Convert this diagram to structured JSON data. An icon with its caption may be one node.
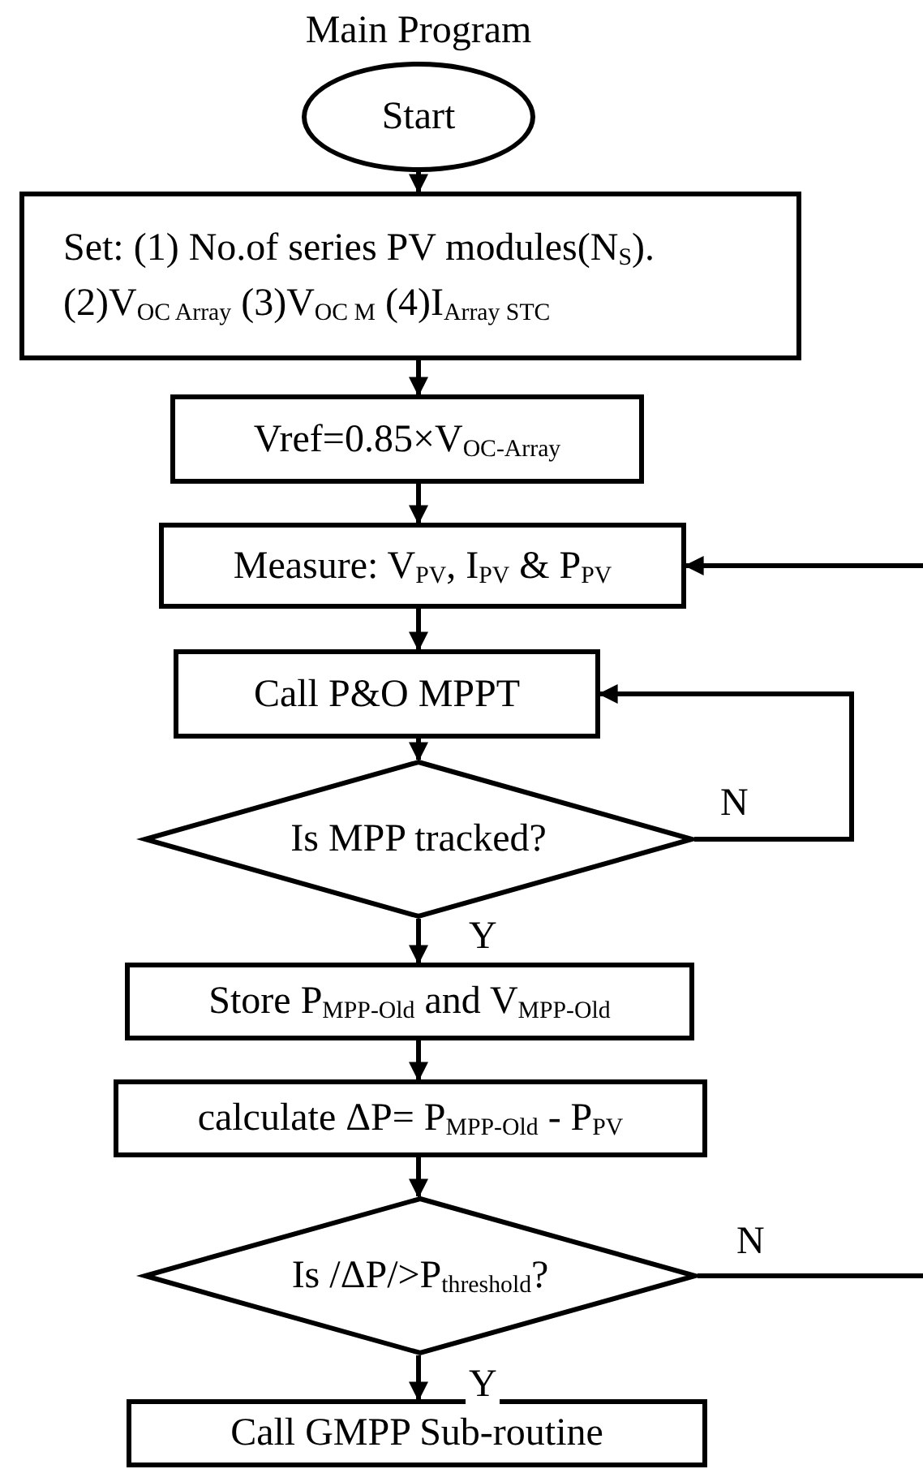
{
  "diagram": {
    "title": "Main Program",
    "nodes": [
      {
        "text": [
          "Start"
        ]
      },
      {
        "text": [
          "Set: (1) No.of series PV modules(N$_{S}$).",
          "(2)V$_{OC  Array}$   (3)V$_{OC M}$ (4)I$_{Array STC}$"
        ]
      },
      {
        "text": [
          "Vref=0.85×V$_{OC-Array}$"
        ]
      },
      {
        "text": [
          "Measure: V$_{PV}$, I$_{PV}$ & P$_{PV}$"
        ]
      },
      {
        "text": [
          "Call P&O MPPT"
        ]
      },
      {
        "text": [
          "Is MPP tracked?"
        ]
      },
      {
        "text": [
          "Store P$_{MPP-Old}$ and V$_{MPP-Old}$"
        ]
      },
      {
        "text": [
          "calculate ΔP= P$_{MPP-Old}$ - P$_{PV}$"
        ]
      },
      {
        "text": [
          "Is /ΔP/>P$_{threshold}$?"
        ]
      },
      {
        "text": [
          "Call GMPP Sub-routine"
        ]
      }
    ],
    "edges": [
      {
        "from": 0,
        "to": 1,
        "arrow": "to"
      },
      {
        "from": 1,
        "to": 2,
        "arrow": "to"
      },
      {
        "from": 2,
        "to": 3,
        "arrow": "to"
      },
      {
        "from": 3,
        "to": 4,
        "arrow": "to"
      },
      {
        "from": 4,
        "to": 5,
        "arrow": "to"
      },
      {
        "from": 5,
        "to": 6,
        "arrow": "to",
        "label": "Y"
      },
      {
        "from": 5,
        "to": 4,
        "arrow": "to",
        "label": "N"
      },
      {
        "from": 6,
        "to": 7,
        "arrow": "to"
      },
      {
        "from": 7,
        "to": 8,
        "arrow": "to"
      },
      {
        "from": 8,
        "to": 9,
        "arrow": "to",
        "label": "Y"
      },
      {
        "from": 8,
        "to": null,
        "arrow": "none",
        "label": "N"
      },
      {
        "from": null,
        "to": 3,
        "arrow": "to"
      }
    ]
  }
}
